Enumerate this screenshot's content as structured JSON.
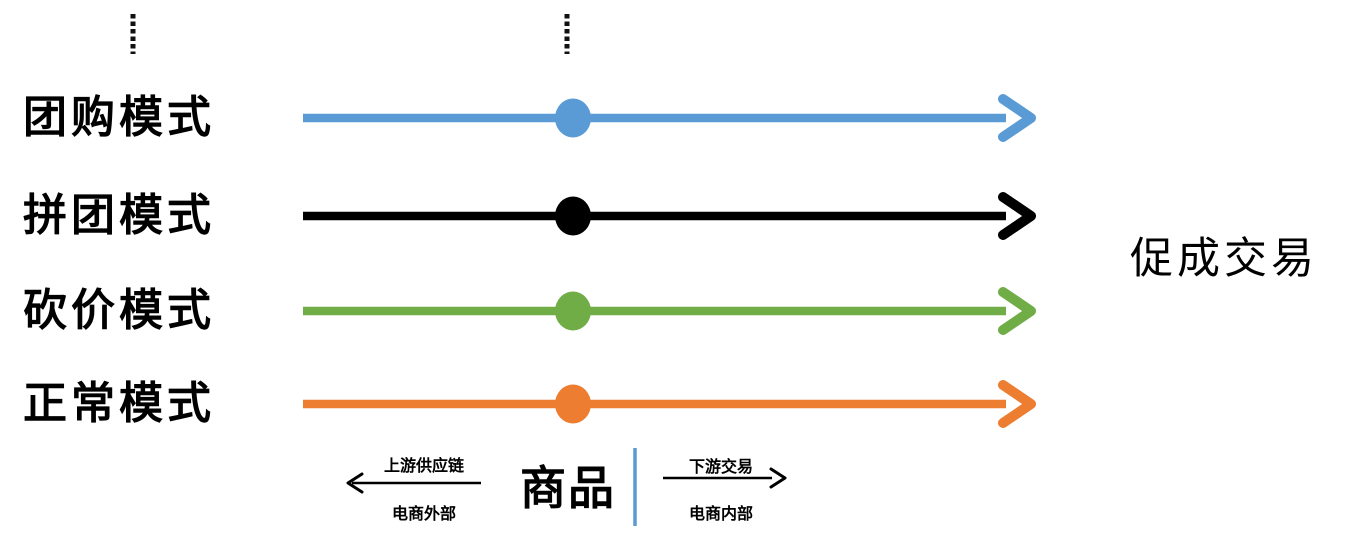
{
  "diagram": {
    "title_hint": "e-commerce mode comparison diagram",
    "background_color": "#ffffff",
    "outcome_label": "促成交易",
    "modes": [
      {
        "label": "团购模式",
        "color": "#5B9BD5"
      },
      {
        "label": "拼团模式",
        "color": "#000000"
      },
      {
        "label": "砍价模式",
        "color": "#70AD47"
      },
      {
        "label": "正常模式",
        "color": "#ED7D31"
      }
    ],
    "axis": {
      "center_label": "商品",
      "left_arrow_top_label": "上游供应链",
      "left_arrow_bottom_label": "电商外部",
      "right_arrow_top_label": "下游交易",
      "right_arrow_bottom_label": "电商内部",
      "separator_color": "#5B9BD5",
      "arrow_color": "#000000",
      "dotted_connector_color": "#111111"
    }
  }
}
